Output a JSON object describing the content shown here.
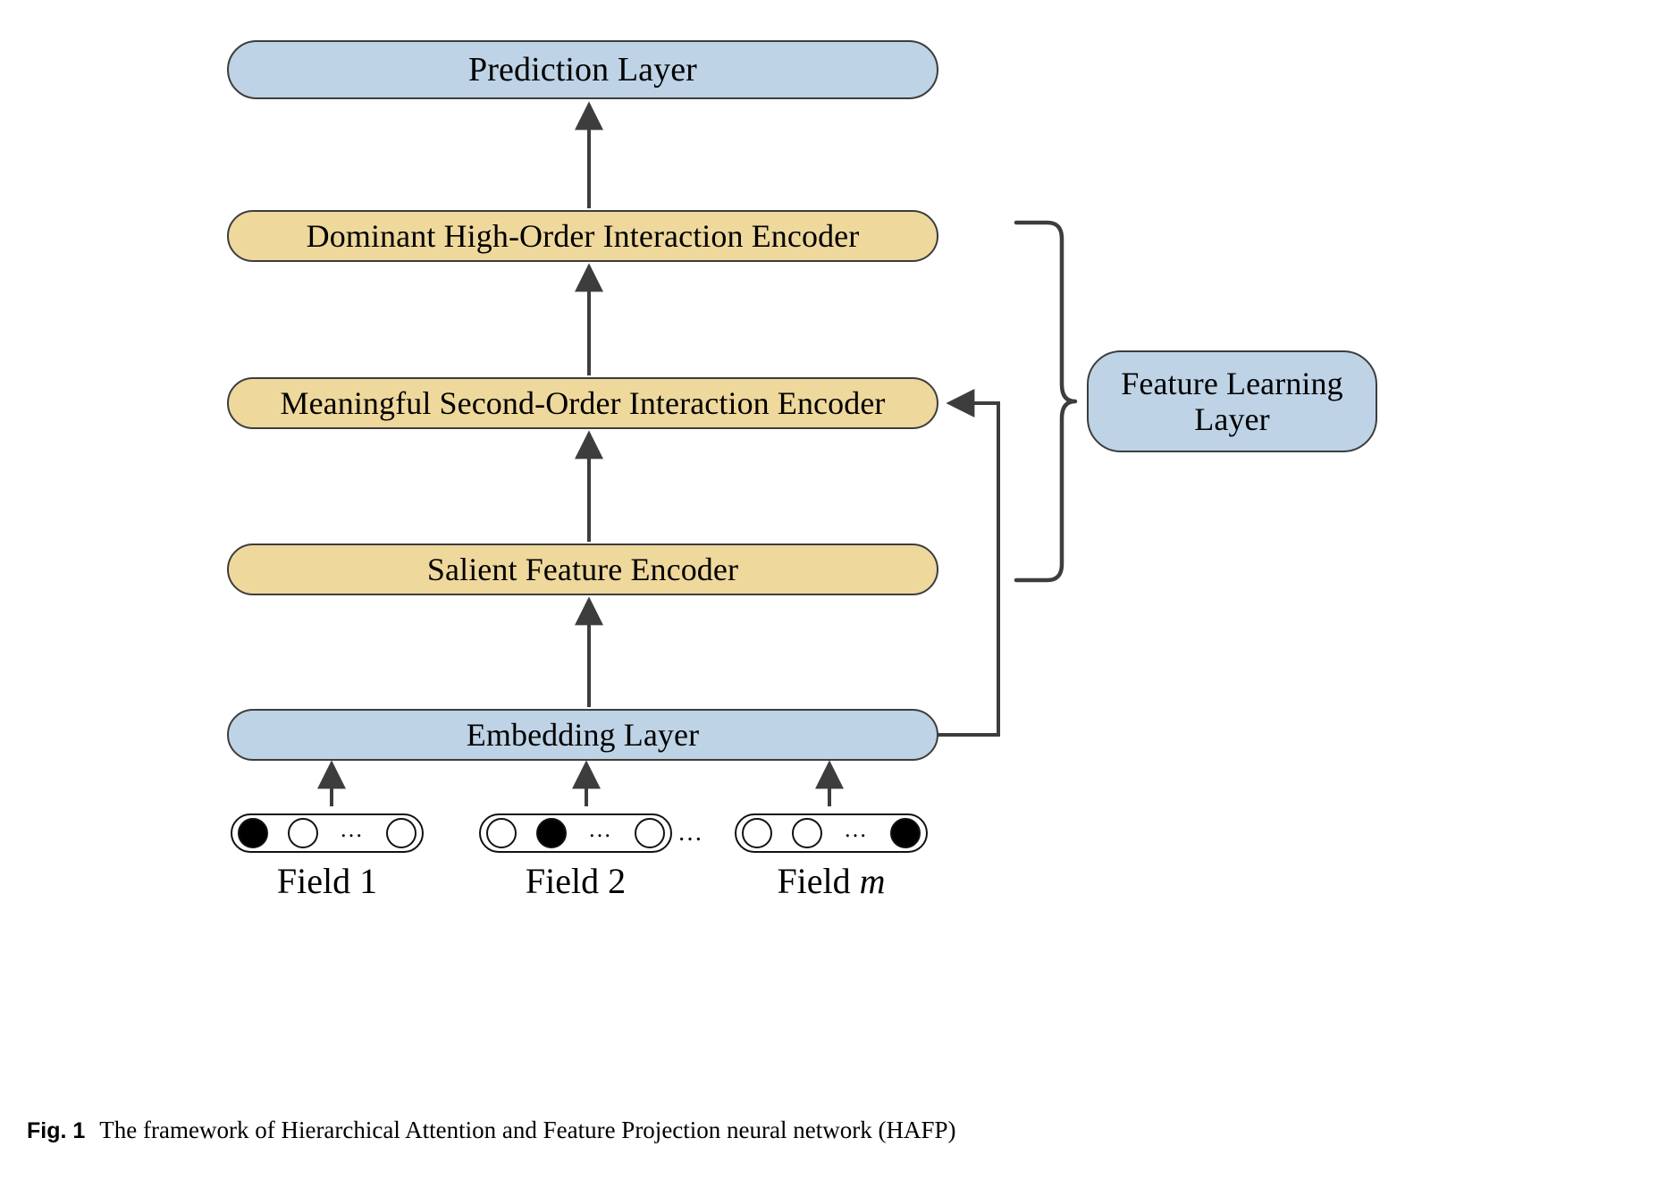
{
  "figure": {
    "caption_number": "Fig. 1",
    "caption_text": "The framework of Hierarchical Attention and Feature Projection neural network (HAFP)"
  },
  "colors": {
    "blue_fill": "#bed3e5",
    "gold_fill": "#eed89c",
    "stroke": "#3d3d3d",
    "node_fill": "#000000",
    "background": "#ffffff"
  },
  "diagram": {
    "type": "flow-diagram",
    "title": "Hierarchical Attention and Feature Projection neural network (HAFP)",
    "boxes": [
      {
        "id": "prediction",
        "label": "Prediction Layer",
        "color": "blue",
        "row": 1
      },
      {
        "id": "dominant",
        "label": "Dominant High-Order Interaction Encoder",
        "color": "gold",
        "row": 2
      },
      {
        "id": "meaningful",
        "label": "Meaningful Second-Order Interaction Encoder",
        "color": "gold",
        "row": 3
      },
      {
        "id": "salient",
        "label": "Salient Feature Encoder",
        "color": "gold",
        "row": 4
      },
      {
        "id": "embedding",
        "label": "Embedding Layer",
        "color": "blue",
        "row": 5
      }
    ],
    "annotation": {
      "id": "feature-learning",
      "label_line_1": "Feature Learning",
      "label_line_2": "Layer",
      "color": "blue",
      "brace_covers": [
        "dominant",
        "meaningful",
        "salient"
      ]
    },
    "edges": [
      {
        "from": "embedding",
        "to": "salient",
        "style": "arrow-up"
      },
      {
        "from": "salient",
        "to": "meaningful",
        "style": "arrow-up"
      },
      {
        "from": "meaningful",
        "to": "dominant",
        "style": "arrow-up"
      },
      {
        "from": "dominant",
        "to": "prediction",
        "style": "arrow-up"
      },
      {
        "from": "embedding",
        "to": "meaningful",
        "style": "skip-connection-right"
      },
      {
        "from": "field-1",
        "to": "embedding",
        "style": "arrow-up"
      },
      {
        "from": "field-2",
        "to": "embedding",
        "style": "arrow-up"
      },
      {
        "from": "field-m",
        "to": "embedding",
        "style": "arrow-up"
      }
    ],
    "fields": [
      {
        "id": "field-1",
        "label_prefix": "Field",
        "label_index": "1",
        "label_italic": false,
        "nodes": [
          "filled",
          "empty",
          "dots",
          "empty"
        ]
      },
      {
        "id": "field-2",
        "label_prefix": "Field",
        "label_index": "2",
        "label_italic": false,
        "nodes": [
          "empty",
          "filled",
          "dots",
          "empty"
        ]
      },
      {
        "id": "field-m",
        "label_prefix": "Field",
        "label_index": "m",
        "label_italic": true,
        "nodes": [
          "empty",
          "empty",
          "dots",
          "filled"
        ]
      }
    ],
    "ellipsis_between_fields": "…",
    "node_ellipsis": "…"
  }
}
